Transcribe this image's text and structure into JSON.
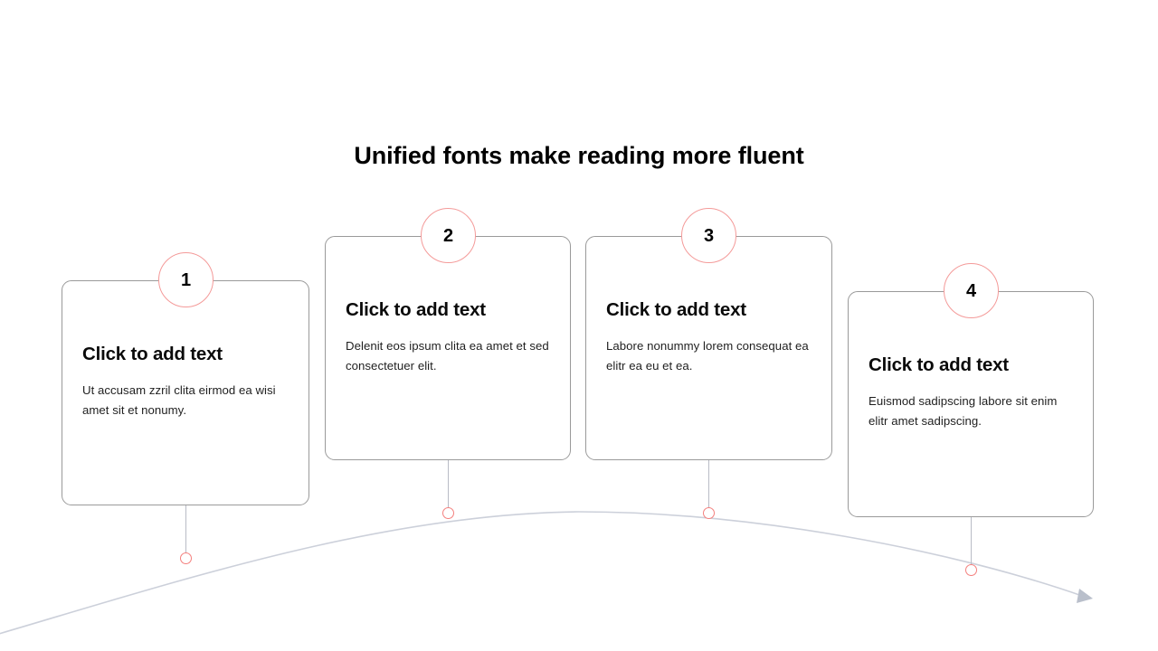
{
  "slide": {
    "title": "Unified fonts make reading more fluent",
    "background_color": "#ffffff"
  },
  "theme": {
    "accent_color": "#f4807e",
    "badge_border_color": "#f49a99",
    "card_border_color": "#9a9a9a",
    "curve_color": "#ccd0da",
    "connector_color": "#b9bcc6",
    "arrow_color": "#b9bfcb",
    "heading_color": "#0a0a0a",
    "body_color": "#1f1f1f"
  },
  "steps": [
    {
      "number": "1",
      "heading": "Click to add text",
      "body": "Ut accusam zzril clita eirmod ea wisi amet sit et nonumy."
    },
    {
      "number": "2",
      "heading": "Click to add text",
      "body": "Delenit eos ipsum clita ea amet et sed consectetuer elit."
    },
    {
      "number": "3",
      "heading": "Click to add text",
      "body": "Labore nonummy lorem consequat ea elitr ea eu et ea."
    },
    {
      "number": "4",
      "heading": "Click to add text",
      "body": "Euismod sadipscing labore sit enim elitr amet sadipscing."
    }
  ],
  "icons": {
    "timeline_arrow": "arrow-right-icon",
    "curve": "timeline-curve-icon",
    "node": "timeline-node-icon"
  }
}
